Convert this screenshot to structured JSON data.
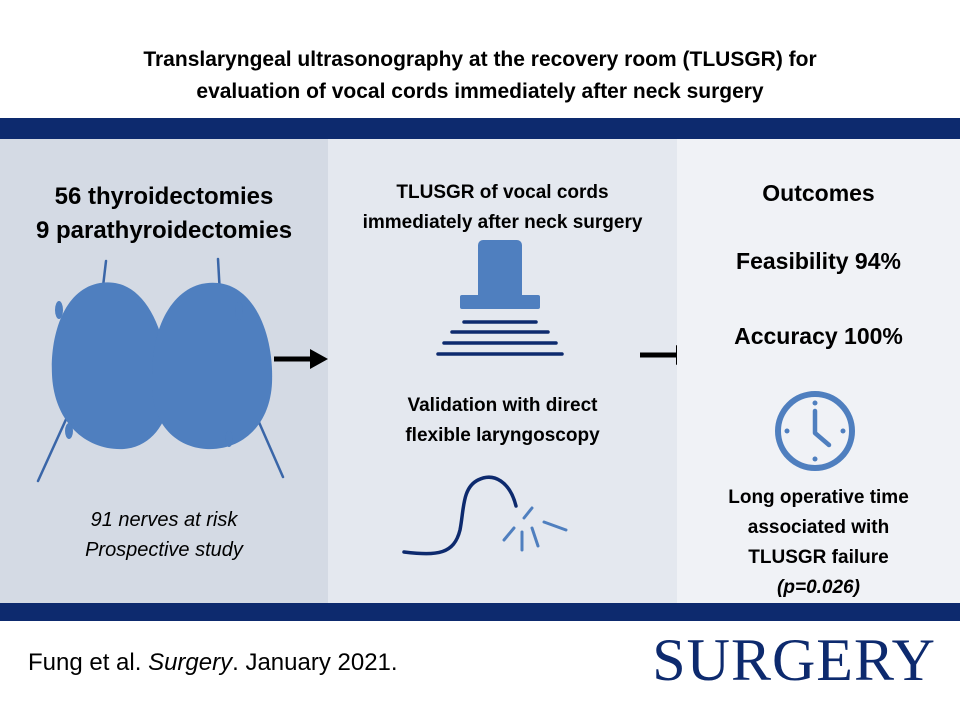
{
  "title": {
    "line1": "Translaryngeal ultrasonography at the recovery room (TLUSGR) for",
    "line2": "evaluation of vocal cords immediately after neck surgery"
  },
  "panel1": {
    "heading1": "56 thyroidectomies",
    "heading2": "9 parathyroidectomies",
    "note1": "91 nerves at risk",
    "note2": "Prospective study",
    "thyroid_icon": "thyroid-gland-icon"
  },
  "panel2": {
    "heading1": "TLUSGR of vocal cords",
    "heading2": "immediately after neck surgery",
    "validation1": "Validation with direct",
    "validation2": "flexible laryngoscopy",
    "probe_icon": "ultrasound-probe-icon",
    "scope_icon": "laryngoscope-icon"
  },
  "panel3": {
    "heading": "Outcomes",
    "feasibility": "Feasibility 94%",
    "accuracy": "Accuracy 100%",
    "failure1": "Long operative time",
    "failure2": "associated with",
    "failure3": "TLUSGR failure",
    "pvalue": "(p=0.026)",
    "clock_icon": "clock-icon"
  },
  "footer": {
    "authors": "Fung et al. ",
    "journal_italic": "Surgery",
    "date": ". January 2021.",
    "journal_logo": "SURGERY"
  },
  "colors": {
    "navy": "#0d2a6e",
    "icon_blue": "#4f7fbf",
    "panel1_bg": "#d4dae4",
    "panel2_bg": "#e4e8ef",
    "panel3_bg": "#f0f2f6"
  }
}
